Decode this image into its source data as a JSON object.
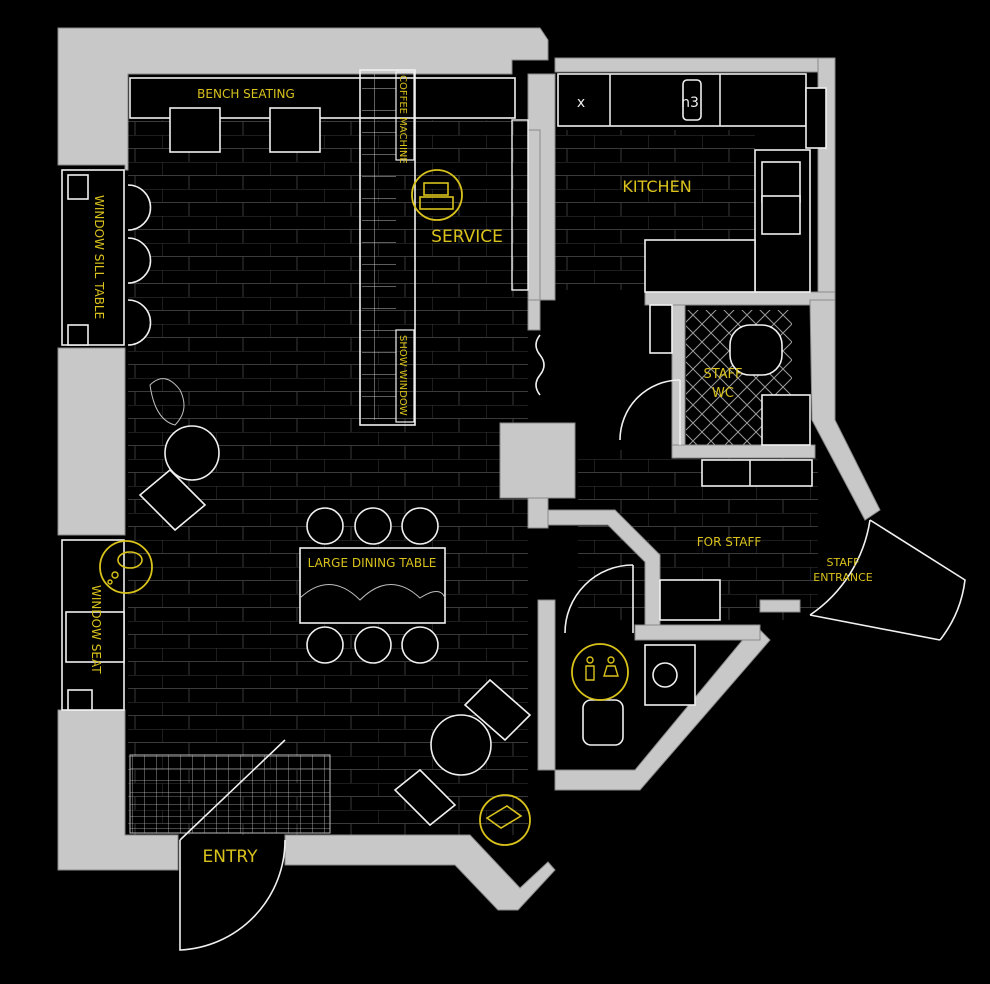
{
  "colors": {
    "background": "#000000",
    "walls": "#c8c8c8",
    "labels": "#d9c21c",
    "lines": "#f0f0f0"
  },
  "labels": {
    "bench_seating": "BENCH SEATING",
    "coffee_machine": "COFFEE MACHINE",
    "kitchen": "KITCHEN",
    "service": "SERVICE",
    "window_sill_table": "WINDOW SILL TABLE",
    "show_window": "SHOW WINDOW",
    "staff": "STAFF",
    "wc": "WC",
    "large_dining_table": "LARGE DINING TABLE",
    "for_staff": "FOR STAFF",
    "staff_entrance_line1": "STAFF",
    "staff_entrance_line2": "ENTRANCE",
    "window_seat": "WINDOW SEAT",
    "entry": "ENTRY",
    "hob_mark": "n3",
    "sink_mark": "x"
  },
  "icons": [
    "cash-register-icon",
    "thought-bubble-icon",
    "restroom-icon",
    "piano-icon"
  ]
}
